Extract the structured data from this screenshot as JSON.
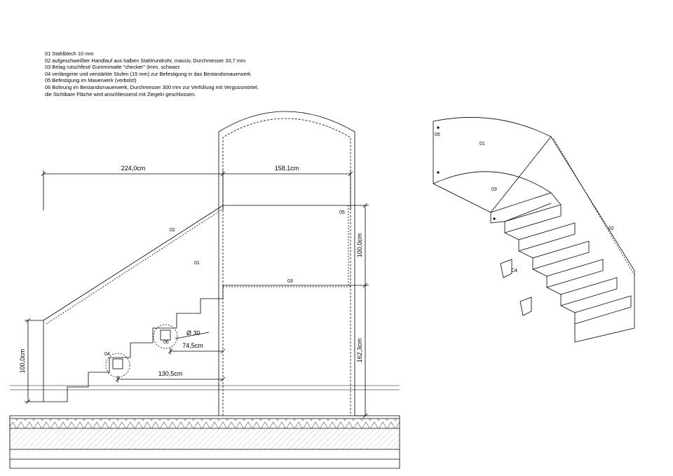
{
  "notes": [
    "01 Stahlblech 10 mm",
    "02 aufgeschweißter Handlauf aus halben Stahlrundrohr, massiv, Durchmesser 33,7 mm",
    "03 Belag rutschfest/ Gummimatte \"checker\" 3mm, schwarz",
    "04 verlängerte und verstärkte Stufen (15 mm) zur Befestigung in das Bestandsmauerwerk",
    "05 Befestigung im Mauerwerk (verbolzt)",
    "06 Bohrung im Bestandsmauerwerk, Durchmesser 300 mm zur Verfüllung mit Vergussmörtel,",
    "die Sichtbare Fläche wird anschliessend mit Ziegeln geschlossen."
  ],
  "section": {
    "dim_top_left": "224,0cm",
    "dim_top_right": "158,1cm",
    "dim_right_upper": "100,0cm",
    "dim_right_lower": "162,3cm",
    "dim_left": "100,0cm",
    "dim_diameter": "Ø 30",
    "dim_745": "74,5cm",
    "dim_1305": "130,5cm",
    "tag_01": "01",
    "tag_02": "02",
    "tag_03": "03",
    "tag_04": "04",
    "tag_05": "05",
    "tag_06": "06"
  },
  "iso": {
    "tag_01": "01",
    "tag_02": "02",
    "tag_03": "03",
    "tag_04": "C4",
    "tag_05": "05"
  }
}
